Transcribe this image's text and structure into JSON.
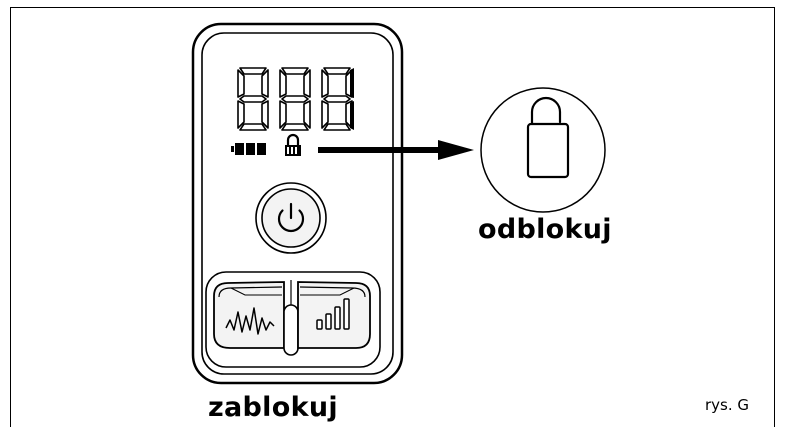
{
  "labels": {
    "unlock": "odblokuj",
    "lock": "zablokuj",
    "figure": "rys. G"
  },
  "icons": {
    "display": "seven-segment-display-icon",
    "battery": "battery-level-icon",
    "lock": "padlock-icon",
    "unlock": "open-padlock-icon",
    "power": "power-icon",
    "mode": "waveform-icon",
    "intensity": "signal-bars-icon"
  },
  "colors": {
    "ink": "#000000",
    "background": "#ffffff",
    "button_fill": "#f3f3f3"
  }
}
